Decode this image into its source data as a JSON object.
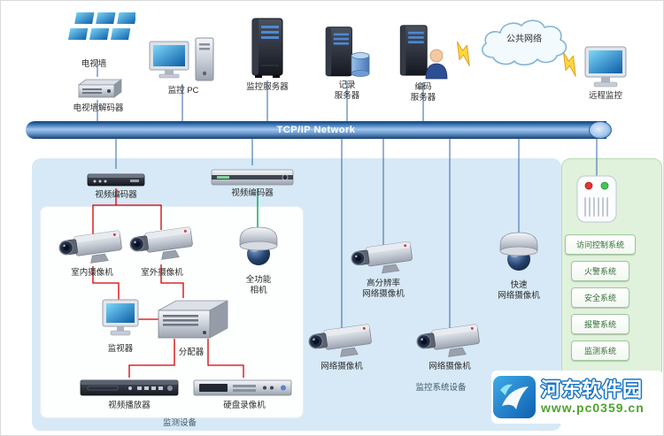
{
  "network_bar": {
    "label": "TCP/IP Network"
  },
  "top_row": {
    "tv_wall": "电视墙",
    "tv_wall_decoder": "电视墙解码器",
    "monitor_pc": "监控 PC",
    "monitor_server": "监控服务器",
    "record_server": "记录\n服务器",
    "encode_server": "编码\n服务器",
    "public_network": "公共网络",
    "remote_monitor": "远程监控"
  },
  "encoders": {
    "left": "视频编码器",
    "right": "视频编码器"
  },
  "analog_zone": {
    "indoor_camera": "室内摄像机",
    "outdoor_camera": "室外摄像机",
    "all_in_one_camera": "全功能\n相机",
    "monitor": "监视器",
    "splitter": "分配器",
    "video_player": "视频播放器",
    "dvr": "硬盘录像机",
    "zone_label": "监测设备"
  },
  "network_zone": {
    "hires_camera": "高分辨率\n网络摄像机",
    "speed_dome": "快速\n网络摄像机",
    "net_camera_1": "网络摄像机",
    "net_camera_2": "网络摄像机",
    "zone_label": "监控系统设备"
  },
  "systems_panel": {
    "buttons": [
      "访问控制系统",
      "火警系统",
      "安全系统",
      "报警系统",
      "监测系统"
    ]
  },
  "watermark": {
    "site_name": "河东软件园",
    "site_url": "www.pc0359.cn"
  },
  "colors": {
    "wire_blue": "#4472a8",
    "wire_red": "#d40000",
    "wire_green": "#00a550",
    "panel_blue": "#d7e9f6",
    "panel_green": "#e0f1dc",
    "bar_blue_dark": "#16406f"
  }
}
